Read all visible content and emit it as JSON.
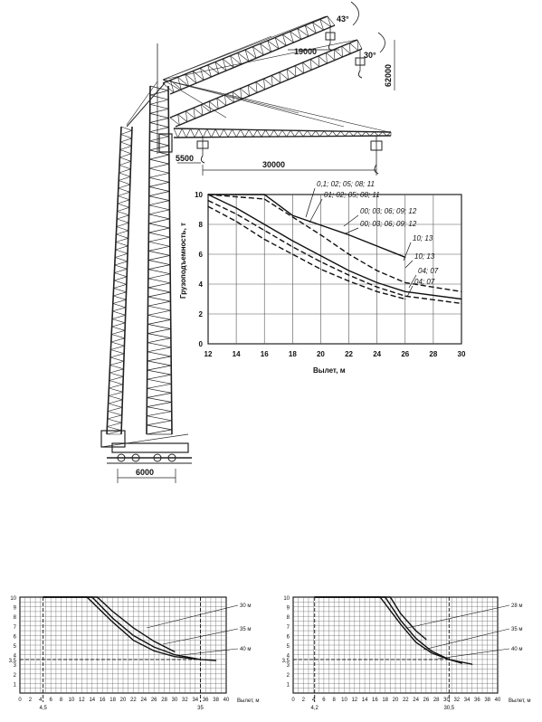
{
  "crane": {
    "dimensions": {
      "angle_upper": "43°",
      "angle_lower": "30°",
      "jib_offset": "19000",
      "height": "62000",
      "hook_offset": "5500",
      "reach": "30000",
      "base_width": "6000"
    }
  },
  "chart_data": [
    {
      "type": "line",
      "ylabel": "Грузоподъемность, т",
      "xlabel": "Вылет, м",
      "xlim": [
        12,
        30
      ],
      "ylim": [
        0,
        10
      ],
      "x_ticks": [
        "12",
        "14",
        "16",
        "18",
        "20",
        "22",
        "24",
        "26",
        "28",
        "30"
      ],
      "y_ticks": [
        "0",
        "2",
        "4",
        "6",
        "8",
        "10"
      ],
      "grid": true,
      "annotations": [
        "0,1; 02; 05; 08; 11",
        "01; 02; 05; 08; 11",
        "00; 03; 06; 09; 12",
        "00; 03; 06; 09; 12",
        "10; 13",
        "10; 13",
        "04; 07",
        "04; 07"
      ],
      "series": [
        {
          "style": "solid",
          "x": [
            12,
            16,
            18,
            22,
            26
          ],
          "y": [
            10,
            10,
            8.6,
            7.3,
            5.8
          ]
        },
        {
          "style": "dashed",
          "x": [
            12,
            16,
            18,
            20,
            22,
            24,
            26,
            30
          ],
          "y": [
            10,
            9.7,
            8.5,
            7.3,
            6.0,
            4.9,
            4.1,
            3.5
          ]
        },
        {
          "style": "solid",
          "x": [
            12,
            14,
            16,
            18,
            20,
            22,
            24,
            26,
            30
          ],
          "y": [
            10,
            9.1,
            8.0,
            6.9,
            5.9,
            4.9,
            4.1,
            3.5,
            3.0
          ]
        },
        {
          "style": "dashed",
          "x": [
            12,
            14,
            16,
            18,
            20,
            22,
            24,
            26,
            30
          ],
          "y": [
            9.6,
            8.7,
            7.6,
            6.5,
            5.5,
            4.6,
            3.8,
            3.2,
            2.7
          ]
        },
        {
          "style": "dashed",
          "x": [
            12,
            14,
            16,
            18,
            20,
            22,
            24,
            26
          ],
          "y": [
            9.2,
            8.2,
            7.0,
            6.0,
            5.0,
            4.2,
            3.5,
            3.0
          ]
        }
      ]
    },
    {
      "type": "line",
      "xlabel": "Вылет, м",
      "xlim": [
        0,
        40
      ],
      "ylim": [
        0,
        10
      ],
      "x_ticks": [
        "0",
        "2",
        "4",
        "6",
        "8",
        "10",
        "12",
        "14",
        "16",
        "18",
        "20",
        "22",
        "24",
        "26",
        "28",
        "30",
        "32",
        "34",
        "36",
        "38",
        "40"
      ],
      "y_ticks": [
        "1",
        "2",
        "3",
        "4",
        "5",
        "6",
        "7",
        "8",
        "9",
        "10"
      ],
      "marked_x": [
        "4,5",
        "35"
      ],
      "marked_y": [
        "3,5"
      ],
      "grid": true,
      "series": [
        {
          "name": "30 м",
          "x": [
            4.5,
            15,
            18,
            22,
            26,
            30
          ],
          "y": [
            10,
            10,
            8.5,
            6.8,
            5.4,
            4.3
          ]
        },
        {
          "name": "35 м",
          "x": [
            4.5,
            14,
            18,
            22,
            26,
            30,
            35
          ],
          "y": [
            10,
            10,
            7.8,
            6.0,
            4.8,
            4.0,
            3.5
          ]
        },
        {
          "name": "40 м",
          "x": [
            4.5,
            13,
            18,
            22,
            26,
            30,
            35,
            38
          ],
          "y": [
            10,
            10,
            7.4,
            5.5,
            4.4,
            3.8,
            3.5,
            3.4
          ]
        }
      ]
    },
    {
      "type": "line",
      "xlabel": "Вылет, м",
      "xlim": [
        0,
        40
      ],
      "ylim": [
        0,
        10
      ],
      "x_ticks": [
        "0",
        "2",
        "4",
        "6",
        "8",
        "10",
        "12",
        "14",
        "16",
        "18",
        "20",
        "22",
        "24",
        "26",
        "28",
        "30",
        "32",
        "34",
        "36",
        "38",
        "40"
      ],
      "y_ticks": [
        "1",
        "2",
        "3",
        "4",
        "5",
        "6",
        "7",
        "8",
        "9",
        "10"
      ],
      "marked_x": [
        "4,2",
        "30,5"
      ],
      "marked_y": [
        "3,5"
      ],
      "grid": true,
      "series": [
        {
          "name": "28 м",
          "x": [
            4.2,
            19,
            21,
            24,
            26
          ],
          "y": [
            10,
            10,
            8.3,
            6.5,
            5.6
          ]
        },
        {
          "name": "35 м",
          "x": [
            4.2,
            18,
            21,
            24,
            27,
            30.5,
            33
          ],
          "y": [
            10,
            10,
            7.6,
            5.7,
            4.4,
            3.5,
            3.1
          ]
        },
        {
          "name": "40 м",
          "x": [
            4.2,
            17,
            21,
            24,
            27,
            30.5,
            35
          ],
          "y": [
            10,
            10,
            7.2,
            5.3,
            4.2,
            3.5,
            3.0
          ]
        }
      ]
    }
  ]
}
